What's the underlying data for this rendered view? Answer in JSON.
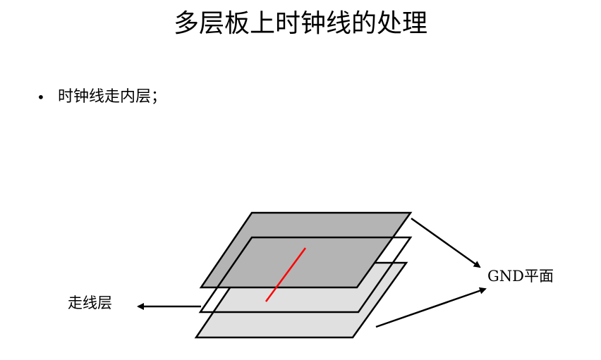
{
  "slide": {
    "title": "多层板上时钟线的处理",
    "bullet": {
      "marker": "•",
      "text": "时钟线走内层；"
    }
  },
  "diagram": {
    "labels": {
      "trace_layer": "走线层",
      "gnd_plane": "GND平面"
    },
    "colors": {
      "top_plane_fill": "#b4b4b4",
      "middle_plane_fill": "none",
      "bottom_plane_fill": "#e0e0e0",
      "outline": "#000000",
      "clock_trace": "#ff0000"
    }
  }
}
